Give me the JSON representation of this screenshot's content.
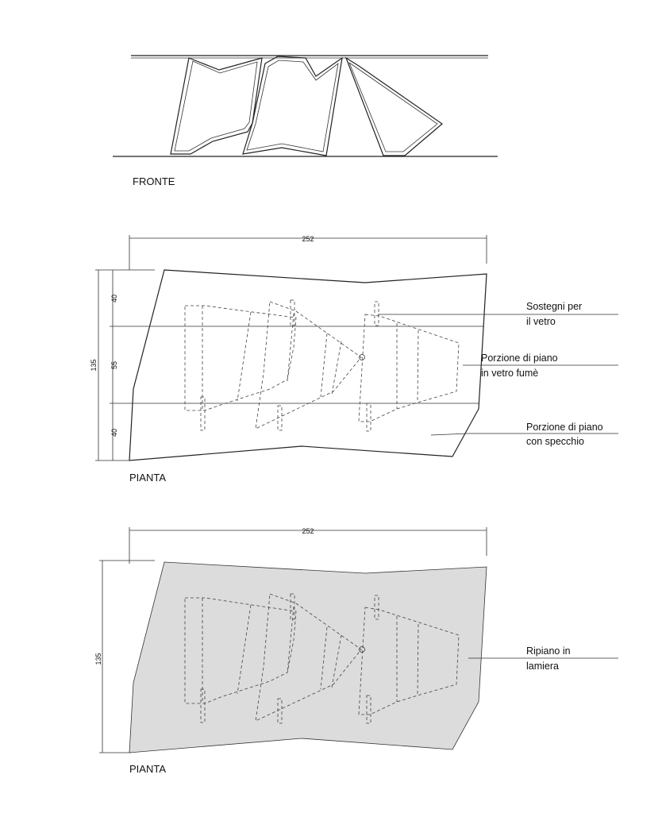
{
  "views": {
    "front": {
      "title": "FRONTE"
    },
    "plan1": {
      "title": "PIANTA",
      "dim_width": "252",
      "dim_total_depth": "135",
      "dim_strip_top": "40",
      "dim_strip_middle": "55",
      "dim_strip_bottom": "40",
      "callouts": [
        {
          "line1": "Sostegni per",
          "line2": "il vetro"
        },
        {
          "line1": "Porzione di piano",
          "line2": "in vetro fumè"
        },
        {
          "line1": "Porzione di piano",
          "line2": "con specchio"
        }
      ]
    },
    "plan2": {
      "title": "PIANTA",
      "dim_width": "252",
      "dim_total_depth": "135",
      "callout": {
        "line1": "Ripiano in",
        "line2": "lamiera"
      }
    }
  },
  "colors": {
    "line": "#222222",
    "shelf_fill": "#dcdcdc"
  }
}
